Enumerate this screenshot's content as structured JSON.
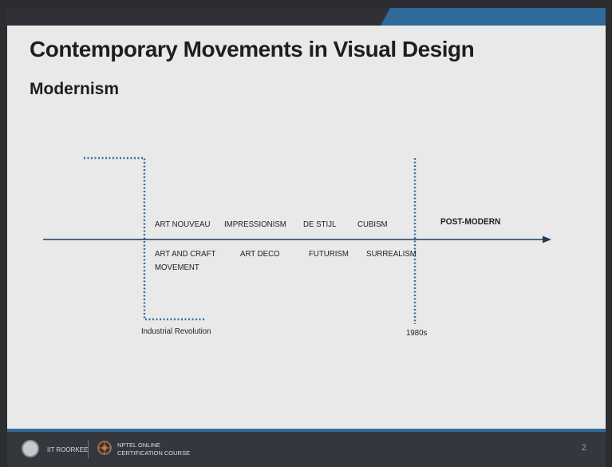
{
  "slide": {
    "title": "Contemporary Movements in Visual Design",
    "subtitle": "Modernism"
  },
  "timeline": {
    "above_axis": [
      "ART NOUVEAU",
      "IMPRESSIONISM",
      "DE STIJL",
      "CUBISM"
    ],
    "below_axis": [
      "ART AND CRAFT",
      "MOVEMENT",
      "ART DECO",
      "FUTURISM",
      "SURREALISM"
    ],
    "after_marker": "POST-MODERN",
    "start_label": "Industrial Revolution",
    "end_label": "1980s"
  },
  "footer": {
    "institute": "IIT ROORKEE",
    "program_line1": "NPTEL ONLINE",
    "program_line2": "CERTIFICATION COURSE",
    "page_number": "2"
  },
  "colors": {
    "accent": "#2f6b9a",
    "dotted": "#3a6aa8",
    "axis": "#1f3a5a"
  }
}
